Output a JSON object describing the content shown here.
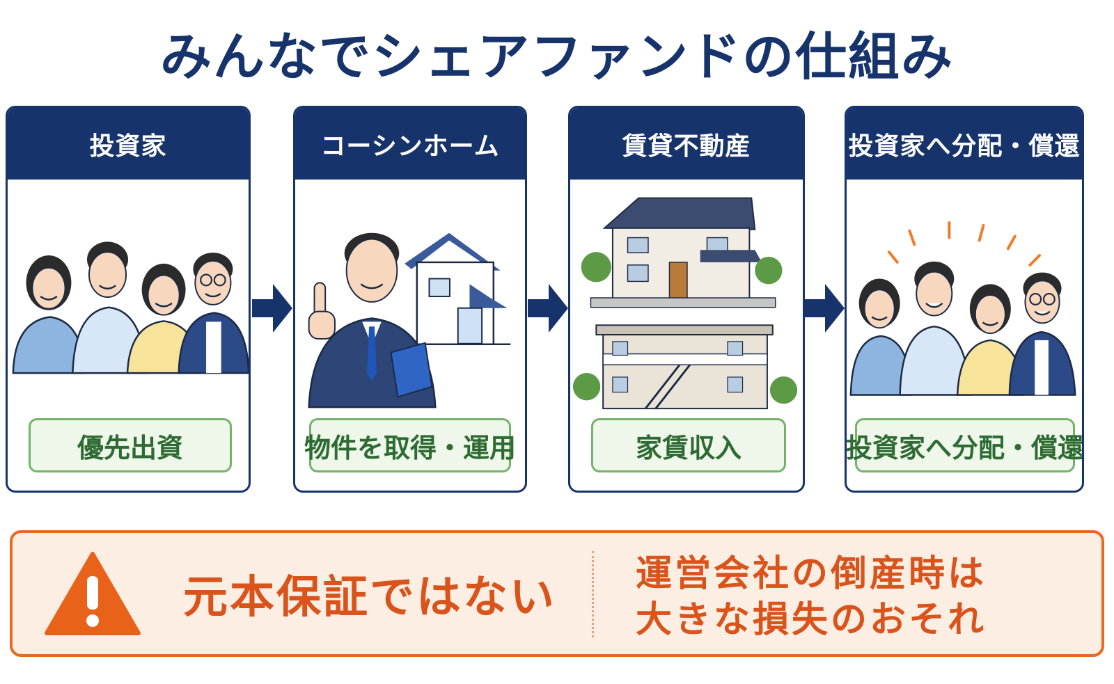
{
  "title": "みんなでシェアファンドの仕組み",
  "steps": [
    {
      "header": "投資家",
      "label": "優先出資"
    },
    {
      "header": "コーシンホーム",
      "label": "物件を取得・運用"
    },
    {
      "header": "賃貸不動産",
      "label": "家賃収入"
    },
    {
      "header": "投資家へ分配・償還",
      "label": "投資家へ分配・償還"
    }
  ],
  "warning": {
    "left_text": "元本保証ではない",
    "right_line1": "運営会社の倒産時は",
    "right_line2": "大きな損失のおそれ"
  },
  "colors": {
    "navy": "#17336b",
    "green_border": "#74b36a",
    "green_fill": "#eef7ea",
    "orange": "#e86a1e",
    "warning_fill": "#fdeee3"
  }
}
